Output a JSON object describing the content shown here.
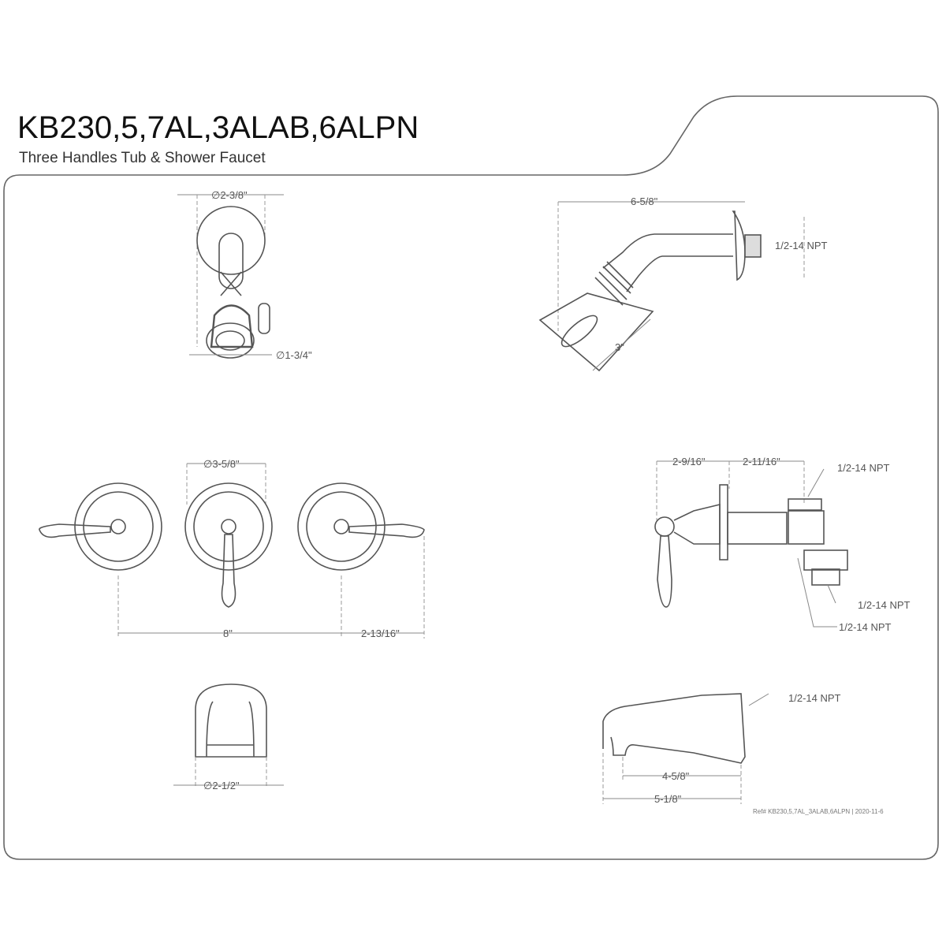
{
  "title": "KB230,5,7AL,3ALAB,6ALPN",
  "subtitle": "Three Handles Tub & Shower Faucet",
  "showerhead_front": {
    "top_dim": "∅2-3/8\"",
    "bottom_dim": "∅1-3/4\""
  },
  "shower_arm_side": {
    "length_dim": "6-5/8\"",
    "thread": "1/2-14 NPT",
    "head_dim": "3\""
  },
  "handles_front": {
    "escutcheon_dim": "∅3-5/8\"",
    "spread_dim": "8\"",
    "handle_dim": "2-13/16\""
  },
  "valve_side": {
    "dim1": "2-9/16\"",
    "dim2": "2-11/16\"",
    "thread_top": "1/2-14 NPT",
    "thread_mid": "1/2-14 NPT",
    "thread_bottom": "1/2-14 NPT"
  },
  "spout_front": {
    "dim": "∅2-1/2\""
  },
  "spout_side": {
    "thread": "1/2-14 NPT",
    "dim1": "4-5/8\"",
    "dim2": "5-1/8\""
  },
  "footer": "Ref# KB230,5,7AL_3ALAB,6ALPN | 2020-11-6"
}
